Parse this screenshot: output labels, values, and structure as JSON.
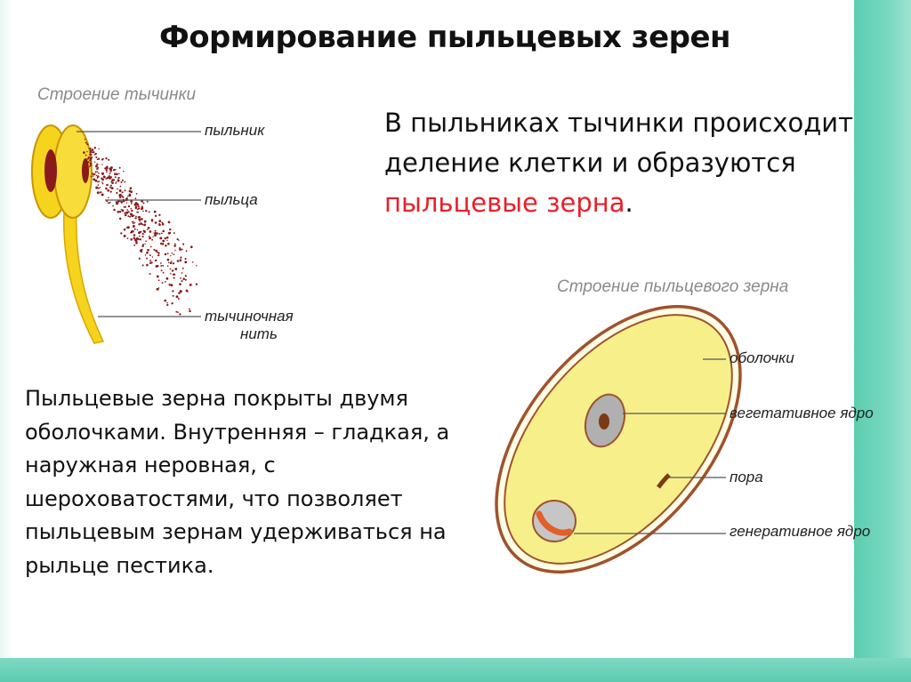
{
  "title": "Формирование пыльцевых зерен",
  "stamen": {
    "caption": "Строение тычинки",
    "labels": {
      "anther": "пыльник",
      "pollen": "пыльца",
      "filament_1": "тычиночная",
      "filament_2": "нить"
    }
  },
  "intro": {
    "text_before": "В пыльниках тычинки происходит деление  клетки и образуются ",
    "highlight": "пыльцевые зерна",
    "text_after": "."
  },
  "grain": {
    "caption": "Строение пыльцевого зерна",
    "labels": {
      "shells": "оболочки",
      "vegetative": "вегетативное ядро",
      "pore": "пора",
      "generative": "генеративное ядро"
    }
  },
  "description": " Пыльцевые зерна покрыты двумя оболочками. Внутренняя – гладкая, а наружная неровная, с шероховатостями, что позволяет пыльцевым зернам удерживаться на рыльце пестика.",
  "colors": {
    "accent_red": "#e8202a",
    "stripe_teal": "#5dcdb0",
    "yellow_fill": "#f7f08a",
    "anther_yellow": "#f6d31d",
    "brown_outline": "#a0522d",
    "pollen_dots": "#8b1a1a"
  }
}
